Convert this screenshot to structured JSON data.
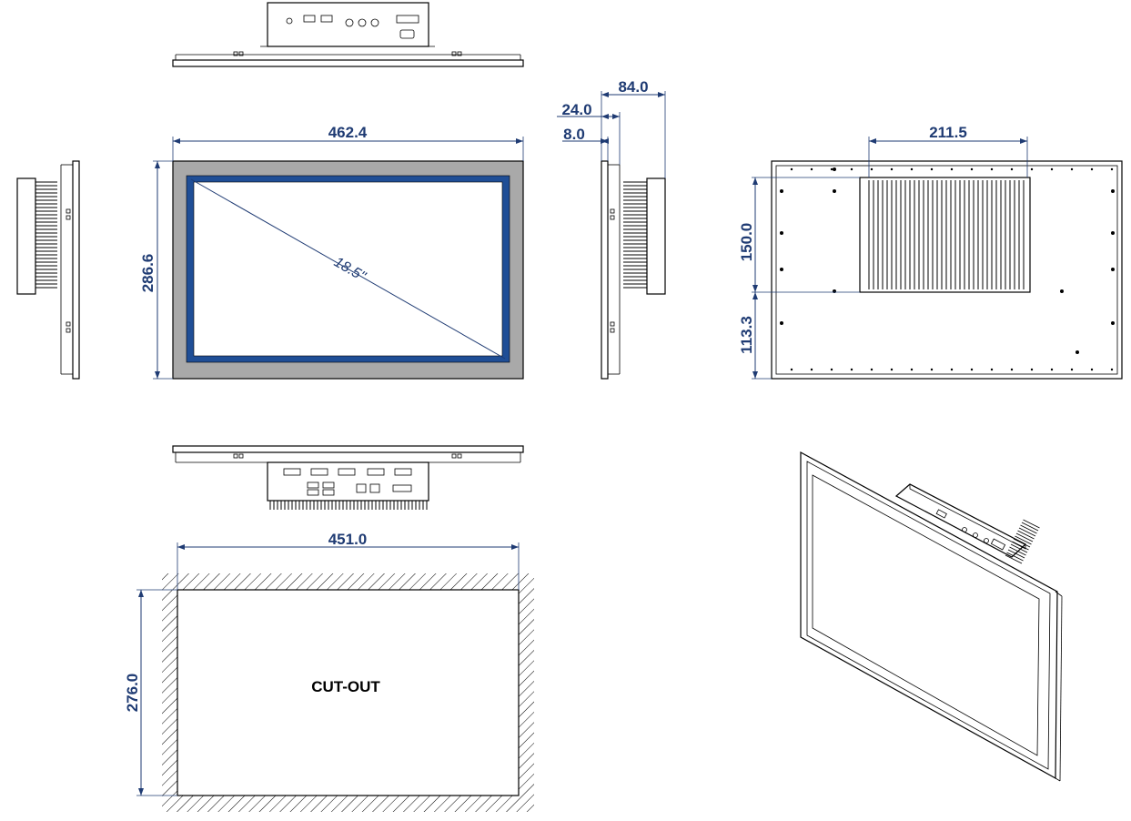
{
  "colors": {
    "dimension": "#1f3b73",
    "bezel": "#a9a9a9",
    "screen_border": "#1f4e96",
    "line": "#000000"
  },
  "front_view": {
    "width": "462.4",
    "height": "286.6",
    "diagonal": "18.5\""
  },
  "side_view": {
    "depth_total": "84.0",
    "depth_mid": "24.0",
    "depth_front": "8.0"
  },
  "rear_view": {
    "mount_width": "211.5",
    "mount_height": "150.0",
    "mount_offset": "113.3"
  },
  "cutout": {
    "width": "451.0",
    "height": "276.0",
    "label": "CUT-OUT"
  }
}
